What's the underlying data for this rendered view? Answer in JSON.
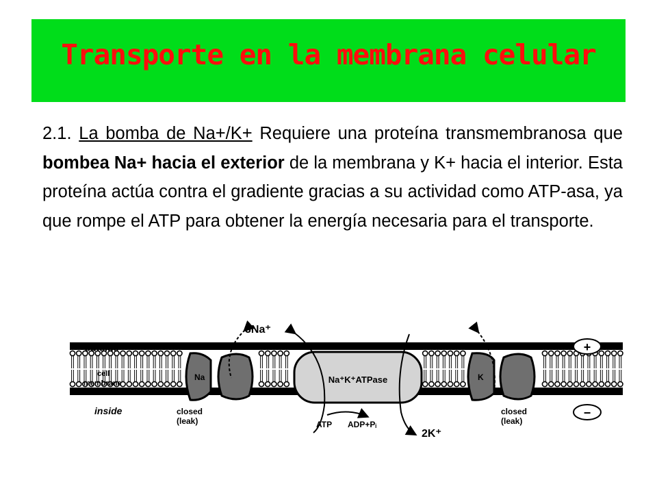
{
  "slide": {
    "title": "Transporte en la membrana celular",
    "paragraph": {
      "number": "2.1.",
      "heading": "La bomba de Na+/K+",
      "part1": "Requiere una proteína transmembranosa que",
      "bold": "bombea Na+ hacia el exterior",
      "part2": "de la membrana y K+ hacia el interior. Esta proteína actúa contra el gradiente gracias a su actividad como ATP-asa, ya que rompe el ATP para obtener la energía necesaria para el transporte."
    },
    "colors": {
      "title_bar": "#00dd1a",
      "title_text": "#ff0d0d"
    }
  },
  "diagram": {
    "labels": {
      "outside": "outside",
      "cell_membrane_line1": "cell",
      "cell_membrane_line2": "membrane",
      "inside": "inside",
      "na_channel": "Na",
      "na_channel_state_line1": "closed",
      "na_channel_state_line2": "(leak)",
      "pump": "Na⁺K⁺ATPase",
      "k_channel": "K",
      "k_channel_state_line1": "closed",
      "k_channel_state_line2": "(leak)",
      "three_na": "3Na⁺",
      "two_k": "2K⁺",
      "atp": "ATP",
      "adp": "ADP+Pᵢ",
      "plus_sign": "+",
      "minus_sign": "−"
    }
  }
}
